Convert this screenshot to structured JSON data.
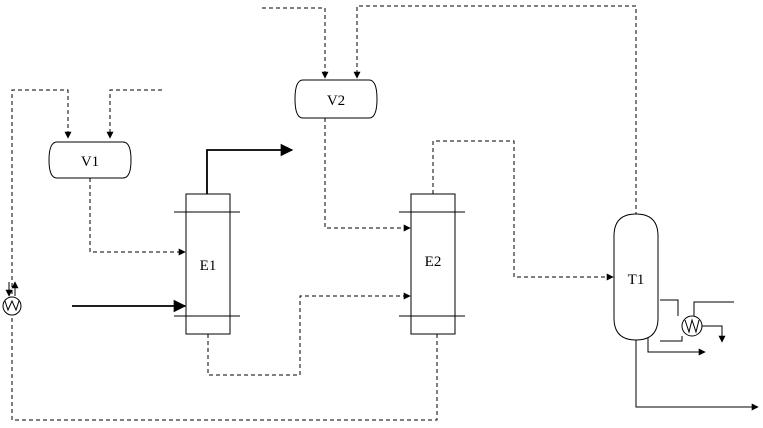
{
  "diagram": {
    "labels": {
      "v1": "V1",
      "v2": "V2",
      "e1": "E1",
      "e2": "E2",
      "t1": "T1"
    },
    "icons": {
      "left_heat_exchanger": "heat-exchanger-icon",
      "reboiler": "heat-exchanger-icon"
    },
    "colors": {
      "line": "#000000",
      "background": "#ffffff"
    }
  }
}
